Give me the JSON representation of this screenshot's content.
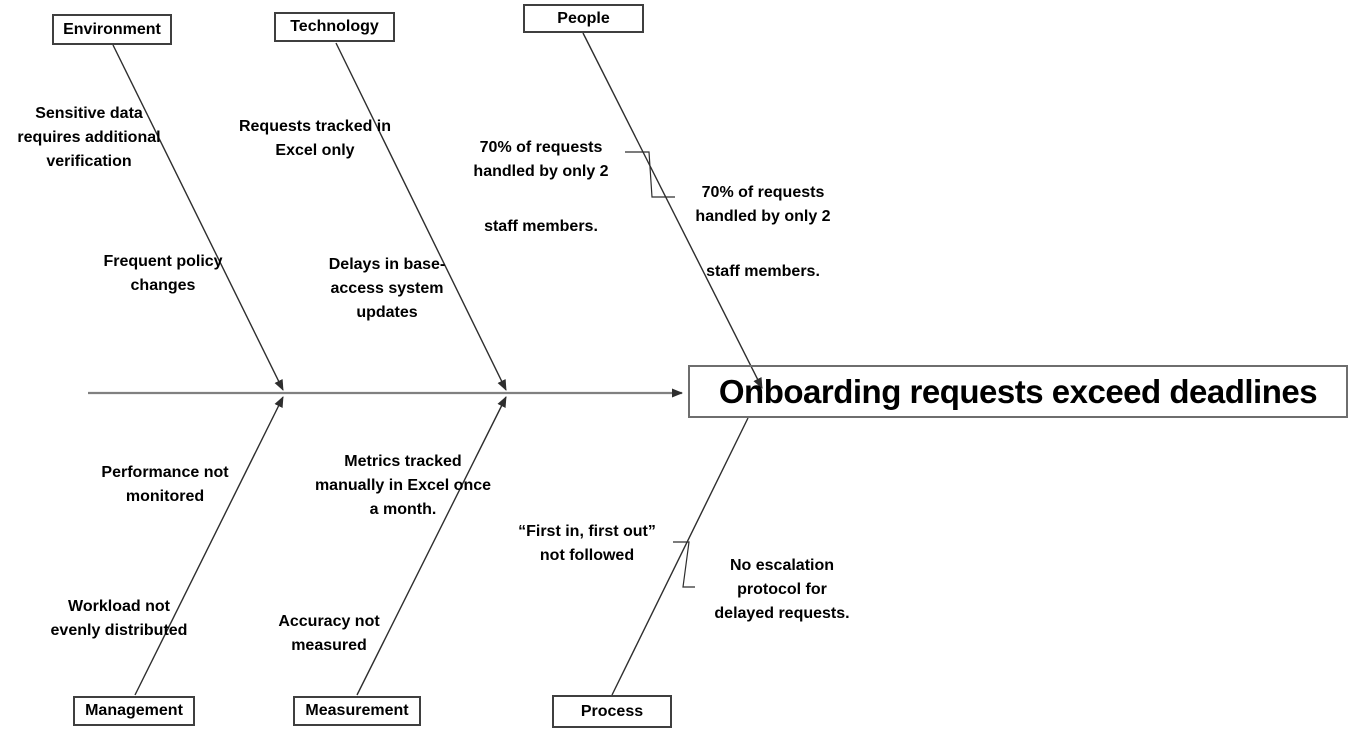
{
  "diagram_type": "fishbone-ishikawa",
  "problem": {
    "text": "Onboarding requests exceed deadlines"
  },
  "categories": {
    "environment": "Environment",
    "technology": "Technology",
    "people": "People",
    "management": "Management",
    "measurement": "Measurement",
    "process": "Process"
  },
  "causes": {
    "environment_1": "Sensitive data\nrequires additional\nverification",
    "environment_2": "Frequent policy\nchanges",
    "technology_1": "Requests tracked in\nExcel only",
    "technology_2": "Delays in base-\naccess system\nupdates",
    "people_1_main": "70% of requests\nhandled by only 2",
    "people_1_tail": "staff members.",
    "people_2_main": "70% of requests\nhandled by only 2",
    "people_2_tail": "staff members.",
    "management_1": "Performance not\nmonitored",
    "management_2": "Workload not\nevenly distributed",
    "measurement_1": "Metrics tracked\nmanually in Excel once\na month.",
    "measurement_2": "Accuracy not\nmeasured",
    "process_1": "“First in, first out”\nnot followed",
    "process_2": "No escalation\nprotocol for\ndelayed requests."
  },
  "colors": {
    "background": "#ffffff",
    "line": "#2e2e2e",
    "spine": "#808080",
    "box_border": "#3f3f3f",
    "problem_border": "#6e6e6e",
    "text": "#000000"
  }
}
